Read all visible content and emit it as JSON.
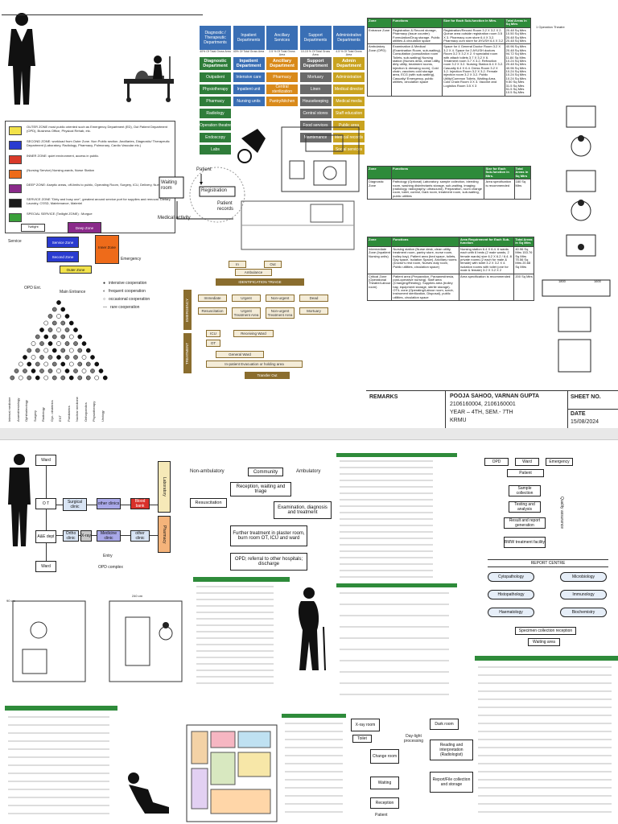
{
  "sheet1": {
    "zones_legend": [
      {
        "color": "#f2e24a",
        "label": "OUTER ZONE most public oriented",
        "text": "OUTER ZONE most public oriented such as Emergency Department (ED), Out Patient Department (OPD), Business Office, Physical Rehab, etc."
      },
      {
        "color": "#2a3bd0",
        "label": "SECOND ZONE",
        "text": "SECOND ZONE: workload from Outer Zone. Non Public section. Ancillaries, Diagnostic/ Therapeutic Department (Laboratory, Radiology, Pharmacy, Pulmonary, Cardio Vascular etc.)"
      },
      {
        "color": "#d93a2a",
        "label": "INNER ZONE",
        "text": "INNER ZONE: quiet environment, access in public."
      },
      {
        "color": "#ee6b1a",
        "label": "Nursing Service",
        "text": "(Nursing Service) Nursing wards, Nurse Station"
      },
      {
        "color": "#8a2a8a",
        "label": "DEEP ZONE",
        "text": "DEEP ZONE: Aseptic areas, off-limits to public, Operating Room, Surgery, ICU, Delivery, Nursery"
      },
      {
        "color": "#1a1a1a",
        "label": "SERVICE ZONE",
        "text": "SERVICE ZONE \"Dirty and busy one\", greatest around service port for supplies and removal. Dietary, Laundry, CSSD, Maintenance, Materiel"
      },
      {
        "color": "#3aa03a",
        "label": "SPECIAL SERVICE",
        "text": "SPECIAL SERVICE (Twilight ZONE) : Morgue"
      }
    ],
    "zone_diagram": {
      "twilight": "Twilight",
      "deep_zone": "Deep Zone",
      "service_zone": "Service Zone",
      "second_zone": "Second Zone",
      "inner_zone": "Inner Zone",
      "outer_zone": "Outer Zone",
      "service": "Service",
      "emergency": "Emergency",
      "opd_ent": "OPD Ent.",
      "main_entrance": "Main Entrance"
    },
    "cooperation_legend": [
      {
        "symbol": "●",
        "label": "intensive cooperation"
      },
      {
        "symbol": "◐",
        "label": "frequent cooperation"
      },
      {
        "symbol": "○",
        "label": "occasional cooperation"
      },
      {
        "symbol": "—",
        "label": "rare cooperation"
      }
    ],
    "matrix_labels": [
      "Internal medicine",
      "Anaesthesiology",
      "Ophthalmology",
      "Surgery",
      "Radiology",
      "Gyn. obstetrics",
      "ENT",
      "Paediatrics",
      "Nuclear medicine",
      "Orthopaedics",
      "Physiotherapy",
      "Urology"
    ],
    "departments": [
      {
        "head": "Diagnostic / Therapeutic Departments",
        "sub": "40% Of Total Gross Area",
        "title": "Diagnostic Department",
        "color": "#2f7d3a",
        "items": [
          "Outpatient",
          "Physiotherapy",
          "Pharmacy",
          "Radiology",
          "Operation theatre",
          "Endoscopy",
          "Labs"
        ]
      },
      {
        "head": "Inpatient Departments",
        "sub": "40% Of Total Gross Area",
        "title": "Inpatient Department",
        "color": "#3a6fb5",
        "items": [
          "Intensive care",
          "Inpatient unit",
          "Nursing units"
        ]
      },
      {
        "head": "Ancillary Services",
        "sub": "2.5 % Of Total Gross Area",
        "title": "Ancillary Department",
        "color": "#d98a1a",
        "items": [
          "Pharmacy",
          "Central sterilization",
          "Pantry/kitchen"
        ]
      },
      {
        "head": "Support Departments",
        "sub": "10-15 % Of Total Gross Area",
        "title": "Support Department",
        "color": "#6a6a6a",
        "items": [
          "Mortuary",
          "Linen",
          "Housekeeping",
          "Central stores",
          "Food services",
          "Maintenance"
        ]
      },
      {
        "head": "Administrative Departments",
        "sub": "4-5 % Of Total Gross Area",
        "title": "Admin Department",
        "color": "#c9a320",
        "items": [
          "Administration",
          "Medical director",
          "Medical media",
          "Staff education",
          "Public area",
          "Medical records",
          "Social services"
        ]
      }
    ],
    "reception_diagram": {
      "patient": "Patient",
      "waiting_room": "Waiting room",
      "registration": "Registration",
      "patient_records": "Patient records",
      "medical_activity": "Medical activity"
    },
    "triage": {
      "in": "In",
      "out": "Out",
      "ambulance": "Ambulance",
      "title": "IDENTIFICATION TRIAGE",
      "side_emergency": "EMERGENCY",
      "side_treatment": "TREATMENT",
      "levels": [
        "Immediate",
        "Urgent",
        "Non-urgent",
        "Dead"
      ],
      "areas": [
        "Resuscitation",
        "Urgent Treatment Area",
        "Non-urgent Treatment Area",
        "Mortuary"
      ],
      "icu": "ICU",
      "ot": "OT",
      "receiving_ward": "Receiving Ward",
      "general_ward": "General Ward",
      "evacuation": "In-patient Evacuation or holding area",
      "transfer_out": "Transfer Out"
    },
    "table1": {
      "headers": [
        "Zone",
        "Functions",
        "Size for Each Sub-function in Mtrs.",
        "Total Areas in Sq Mtrs"
      ],
      "rows": [
        [
          "Entrance Zone",
          "Registration & Record storage, Pharmacy (Issue counter) Formulation/Drug storage, Public utilities & circulation space",
          "Registration/Record Room 3.2 X 3.2 X 2. Queue area outside registration room 3.5 X 3. Pharmacy cum store 6.4 X 3.2. Pharmacy cum store for AYUSH 6.4 X 3.2",
          "20.48 Sq Mtrs 10.50 Sq Mtrs 20.48 Sq Mtrs 20.48 Sq Mtrs"
        ],
        [
          "Ambulatory Zone (OPD)",
          "Examination & Medical (Examination Room, sub-waiting), Consultation (consultation room Toilets, sub-waiting) Nursing station (Nurses desk, clean utility, dirty utility, treatment rooms, injection & dressing room), Cold chain, vaccines cold storage area, ECG (with sub-waiting), Casualty/ Emergency, public utilities, circulation space",
          "Space for 4 General Doctor Room 3.2 X 3.2 X 4. Space for 2 AYUSH doctors Room 3.2 X 3.2 X 2. 9 specialist room with attach toilets 3.7 X 3.2 X 6. Treatment room 3.7 X 3.2. Refraction room 3.2 X 3.2. Nursing Station 6.4 X 3.2. Casualty 6.4 X 6.4. Dress Room 3.2 X 3.2. Injection Room 3.2 X 3.2. Female injection room 3.2 X 3.2. Public Utility/Common Toilets. Waiting Area. Cold Chain Room 3 X 3. Vaccine and Logistics Room 3.5 X 3",
          "40.96 Sq Mtrs 20.48 Sq Mtrs 94.72 Sq Mtrs 11.84 Sq Mtrs 10.24 Sq Mtrs 20.48 Sq Mtrs 40.96 Sq Mtrs 10.24 Sq Mtrs 10.24 Sq Mtrs 10.24 Sq Mtrs 9.50 Sq Mtrs 31.5 Sq Mtrs 51.5 Sq Mtrs 10.5 Sq Mtrs"
        ]
      ]
    },
    "table2": {
      "headers": [
        "Zone",
        "Functions",
        "Size for Each Sub-function in Mtrs.",
        "Total Areas in Sq Mtrs"
      ],
      "rows": [
        [
          "Diagnostic Zone",
          "Pathology (Optional) Laboratory, sample collection, bleeding room, washing disinfectants storage, sub-waiting, imaging (radiology, radiography, ultrasound), Preparation, room change room, toilet, control, Dark room, treatment room, sub-waiting, public utilities",
          "Area specification is recommended",
          "180 Sq Mtrs"
        ]
      ]
    },
    "table3": {
      "headers": [
        "Zone",
        "Functions",
        "Area Requirement for Each Sub-function",
        "Total Areas in Sq Mtrs"
      ],
      "rows": [
        [
          "Intermediate Zone (Inpatient Nursing units)",
          "Nursing station (Nurse desk, clean utility, treatment room, pantry store, nurse room, trolley bay). Patient area (bed space, toilets, Day space, Isolation Space). Ancillary rooms (Doctor's rest room, Nurses duty room, Public utilities, circulation space)",
          "Nursing station 6.4 X 6.4. 6 wards each with 6 beds (2 male wards, 2 female wards) size 6.2 X 6.2 / 6.4. 8 private rooms (2 each for male & female) with toilet 3.2 X 3.2 X 4. Isolation rooms with toilet (one for male & female) 3.2 X 3.2 X 2",
          "40.96 Sq Mtrs 153.76 Sq Mtrs 75.56 Sq Mtrs 20.68 Sq Mtrs"
        ],
        [
          "Critical Zone (Operational Theatre/Labour room)",
          "Patient area (Preparation, Paraanesthesia, post-operative nursing). Staff area (Changing/Resting). Supplies area (trolley bay, equipment storage, sterile storage). OT/L zone (Operating/Labour room, scrub, instrument sterilization, Disposal), public utilities, circulation space",
          "Area specification is recommended",
          "200 Sq Mtrs"
        ]
      ]
    },
    "misc_labels": {
      "bed_panel": "1 Operation Theatre",
      "dim_1800": "1800",
      "dim_1600": "1600"
    },
    "remarks": {
      "label": "REMARKS",
      "names": "POOJA SAHOO, VARNAN GUPTA",
      "ids": "2106160004, 2106160001",
      "year": "YEAR – 4TH, SEM.- 7TH",
      "university": "KRMU",
      "sheet_label": "SHEET NO.",
      "date_label": "DATE",
      "date": "15/08/2024"
    }
  },
  "sheet2": {
    "flow1": {
      "ward_top": "Ward",
      "ot": "O T",
      "surgical_clinic": "Surgical clinic",
      "other_clinics_1": "other clinics",
      "blood_bank": "Blood bank",
      "laboratory": "Laboratory",
      "ae_dept": "A&E dept",
      "ortho_clinic": "Ortho clinic",
      "xray": "X-ray",
      "medicine_clinic": "Medicine clinic",
      "other_clinics_2": "other clinic",
      "pharmacy": "Pharmacy",
      "ward_bottom": "Ward",
      "entry": "Entry",
      "opd_complex": "OPD complex"
    },
    "flow2": {
      "non_ambulatory": "Non-ambulatory",
      "community": "Community",
      "ambulatory": "Ambulatory",
      "reception": "Reception, waiting and triage",
      "resuscitation": "Resuscitation",
      "examination": "Examination, diagnosis and treatment",
      "further_treatment": "Further treatment in plaster room, burn room OT, ICU and ward",
      "opd_referral": "OPD; referral to other hospitals; discharge"
    },
    "flow3": {
      "opd": "OPD",
      "ward": "Ward",
      "emergency": "Emergency",
      "patient": "Patient",
      "sample_collection": "Sample collection",
      "testing": "Testing and analysis",
      "result": "Result and report generation",
      "bmw": "BMW treatment facility",
      "quality": "Quality assurance",
      "report_centre": "REPORT CENTRE",
      "labs": [
        "Cytopathology",
        "Microbiology",
        "Histopathology",
        "Immunology",
        "Haematology",
        "Biochemistry"
      ],
      "specimen": "Specimen collection reception",
      "waiting": "Waiting area"
    },
    "flow4": {
      "xray_room": "X-ray room",
      "dark_room": "Dark room",
      "toilet": "Toilet",
      "daylight": "Day-light processing",
      "reading": "Reading and interpretation (Radiologist)",
      "change_room": "Change room",
      "report": "Report/File collection and storage",
      "waiting": "Waiting",
      "reception": "Reception",
      "patient": "Patient"
    },
    "bed_dims": {
      "top": "240 cm",
      "left": "90 cm"
    }
  }
}
